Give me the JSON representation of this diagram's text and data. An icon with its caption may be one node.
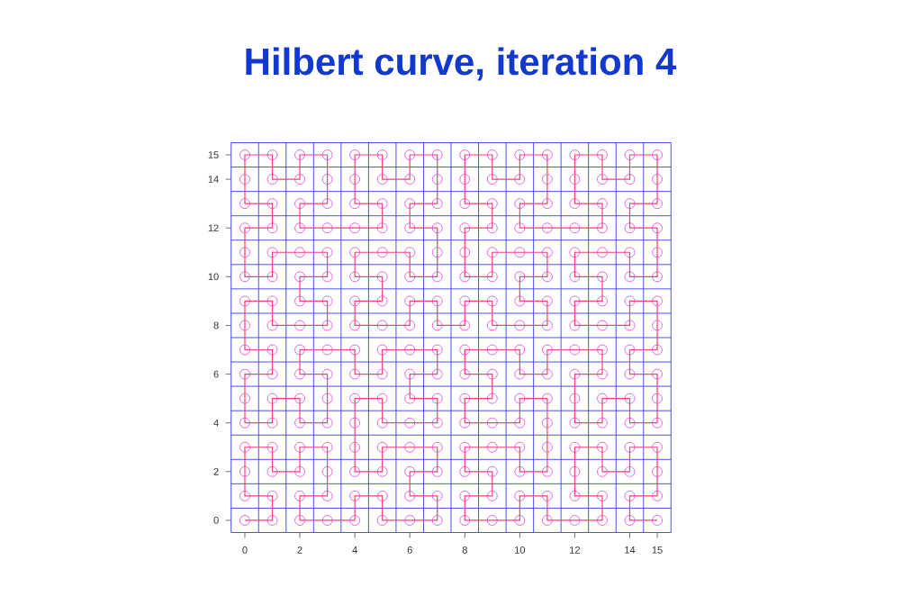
{
  "diagram": {
    "title": "Hilbert curve, iteration 4",
    "chart_data": {
      "type": "line",
      "x": [
        0,
        1,
        1,
        0,
        0,
        0,
        1,
        1,
        2,
        2,
        3,
        3,
        3,
        2,
        2,
        3,
        4,
        4,
        5,
        5,
        6,
        7,
        7,
        6,
        6,
        7,
        7,
        6,
        5,
        5,
        4,
        4,
        4,
        4,
        5,
        5,
        6,
        7,
        7,
        6,
        6,
        7,
        7,
        6,
        5,
        5,
        4,
        4,
        3,
        2,
        2,
        3,
        3,
        3,
        2,
        2,
        1,
        1,
        0,
        0,
        0,
        1,
        1,
        0,
        0,
        0,
        1,
        1,
        2,
        3,
        3,
        2,
        2,
        3,
        3,
        2,
        1,
        1,
        0,
        0,
        0,
        1,
        1,
        0,
        0,
        0,
        1,
        1,
        2,
        2,
        3,
        3,
        3,
        2,
        2,
        3,
        4,
        5,
        5,
        4,
        4,
        4,
        5,
        5,
        6,
        6,
        7,
        7,
        7,
        6,
        6,
        7,
        7,
        7,
        6,
        6,
        5,
        4,
        4,
        5,
        5,
        4,
        4,
        5,
        6,
        6,
        7,
        7,
        8,
        8,
        9,
        9,
        10,
        11,
        11,
        10,
        10,
        11,
        11,
        10,
        9,
        9,
        8,
        8,
        8,
        9,
        9,
        8,
        8,
        8,
        9,
        9,
        10,
        10,
        11,
        11,
        11,
        10,
        10,
        11,
        12,
        13,
        13,
        12,
        12,
        12,
        13,
        13,
        14,
        14,
        15,
        15,
        15,
        14,
        14,
        15,
        15,
        15,
        14,
        14,
        13,
        12,
        12,
        13,
        13,
        12,
        12,
        13,
        14,
        14,
        15,
        15,
        15,
        14,
        14,
        15,
        15,
        15,
        14,
        14,
        13,
        13,
        12,
        12,
        12,
        13,
        13,
        12,
        11,
        11,
        10,
        10,
        9,
        8,
        8,
        9,
        9,
        8,
        8,
        9,
        10,
        10,
        11,
        11,
        11,
        11,
        10,
        10,
        9,
        8,
        8,
        9,
        9,
        8,
        8,
        9,
        10,
        10,
        11,
        11,
        12,
        13,
        13,
        12,
        12,
        12,
        13,
        13,
        14,
        14,
        15,
        15,
        15,
        14,
        14,
        15
      ],
      "series": [
        {
          "color": "#ff4070",
          "marker": "circle",
          "values": [
            0,
            0,
            1,
            1,
            2,
            3,
            3,
            2,
            2,
            3,
            3,
            2,
            1,
            1,
            0,
            0,
            0,
            1,
            1,
            0,
            0,
            0,
            1,
            1,
            2,
            2,
            3,
            3,
            3,
            2,
            2,
            3,
            4,
            5,
            5,
            4,
            4,
            4,
            5,
            5,
            6,
            6,
            7,
            7,
            7,
            6,
            6,
            7,
            7,
            7,
            6,
            6,
            5,
            4,
            4,
            5,
            5,
            4,
            4,
            5,
            6,
            6,
            7,
            7,
            8,
            9,
            9,
            8,
            8,
            8,
            9,
            9,
            10,
            10,
            11,
            11,
            11,
            10,
            10,
            11,
            12,
            12,
            13,
            13,
            14,
            15,
            15,
            14,
            14,
            15,
            15,
            14,
            13,
            13,
            12,
            12,
            12,
            12,
            13,
            13,
            14,
            15,
            15,
            14,
            14,
            15,
            15,
            14,
            13,
            13,
            12,
            12,
            11,
            10,
            10,
            11,
            11,
            11,
            10,
            10,
            9,
            9,
            8,
            8,
            8,
            9,
            9,
            8,
            8,
            9,
            9,
            8,
            8,
            8,
            9,
            9,
            10,
            10,
            11,
            11,
            11,
            10,
            10,
            11,
            12,
            12,
            13,
            13,
            14,
            15,
            15,
            14,
            14,
            15,
            15,
            14,
            13,
            13,
            12,
            12,
            12,
            12,
            13,
            13,
            14,
            15,
            15,
            14,
            14,
            15,
            15,
            14,
            13,
            13,
            12,
            12,
            11,
            10,
            10,
            11,
            11,
            11,
            10,
            10,
            9,
            9,
            8,
            8,
            8,
            9,
            9,
            8,
            7,
            7,
            6,
            6,
            5,
            4,
            4,
            5,
            5,
            4,
            4,
            5,
            6,
            6,
            7,
            7,
            7,
            6,
            6,
            7,
            7,
            7,
            6,
            6,
            5,
            5,
            4,
            4,
            4,
            5,
            5,
            4,
            3,
            2,
            2,
            3,
            3,
            3,
            2,
            2,
            1,
            1,
            0,
            0,
            0,
            1,
            1,
            0,
            0,
            0,
            1,
            1,
            2,
            3,
            3,
            2,
            2,
            3,
            3,
            2,
            1,
            1,
            0,
            0
          ]
        }
      ],
      "xlim": [
        -0.5,
        15.5
      ],
      "ylim": [
        -0.5,
        15.5
      ],
      "xticks": [
        0,
        2,
        4,
        6,
        8,
        10,
        12,
        14,
        15
      ],
      "yticks": [
        0,
        2,
        4,
        6,
        8,
        10,
        12,
        14,
        15
      ]
    }
  }
}
